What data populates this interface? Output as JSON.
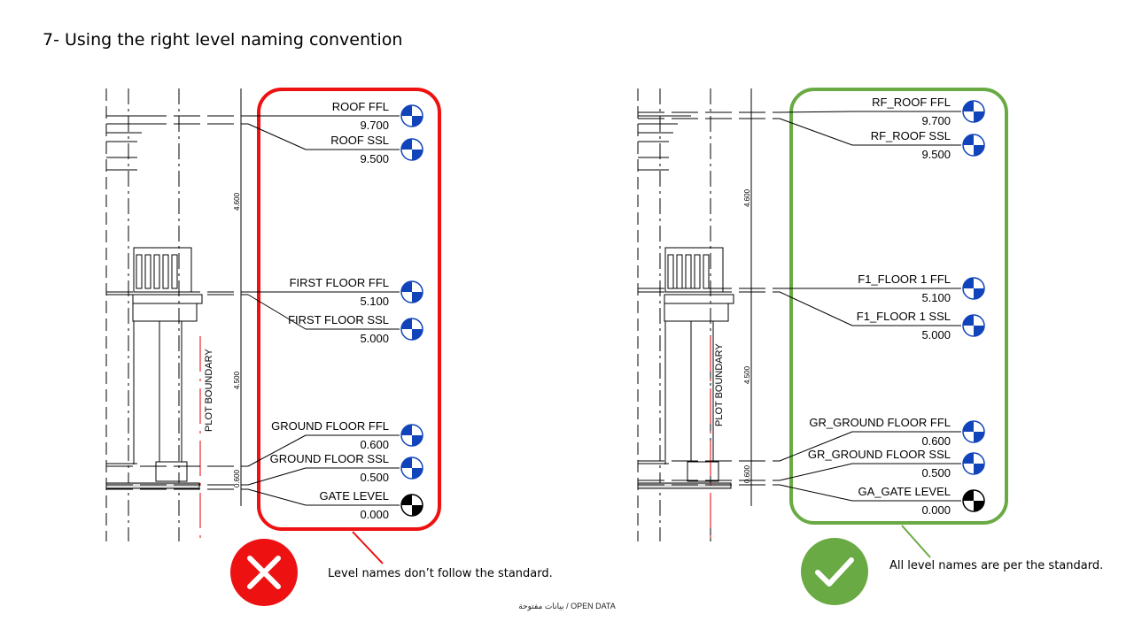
{
  "title": "7- Using the right level naming convention",
  "colors": {
    "wrong": "#ee1111",
    "right": "#6aaa44",
    "level_symbol": "#1144bb",
    "gate_symbol": "#000000"
  },
  "wrong_example": {
    "icon": "x-mark-icon",
    "caption": "Level names don’t follow the standard.",
    "levels": [
      {
        "name": "ROOF FFL",
        "value": "9.700"
      },
      {
        "name": "ROOF SSL",
        "value": "9.500"
      },
      {
        "name": "FIRST FLOOR  FFL",
        "value": "5.100"
      },
      {
        "name": "FIRST FLOOR  SSL",
        "value": "5.000"
      },
      {
        "name": "GROUND FLOOR FFL",
        "value": "0.600"
      },
      {
        "name": "GROUND FLOOR SSL",
        "value": "0.500"
      },
      {
        "name": "GATE LEVEL",
        "value": "0.000"
      }
    ],
    "dimensions": [
      "4.600",
      "4.500",
      "0.600"
    ],
    "plot_boundary": "PLOT BOUNDARY"
  },
  "right_example": {
    "icon": "check-mark-icon",
    "caption": "All level names are per the standard.",
    "levels": [
      {
        "name": "RF_ROOF FFL",
        "value": "9.700"
      },
      {
        "name": "RF_ROOF SSL",
        "value": "9.500"
      },
      {
        "name": "F1_FLOOR 1 FFL",
        "value": "5.100"
      },
      {
        "name": "F1_FLOOR 1 SSL",
        "value": "5.000"
      },
      {
        "name": "GR_GROUND FLOOR FFL",
        "value": "0.600"
      },
      {
        "name": "GR_GROUND FLOOR SSL",
        "value": "0.500"
      },
      {
        "name": "GA_GATE LEVEL",
        "value": "0.000"
      }
    ],
    "dimensions": [
      "4.600",
      "4.500",
      "0.600"
    ],
    "plot_boundary": "PLOT BOUNDARY"
  },
  "footer": "بيانات مفتوحة / OPEN DATA"
}
